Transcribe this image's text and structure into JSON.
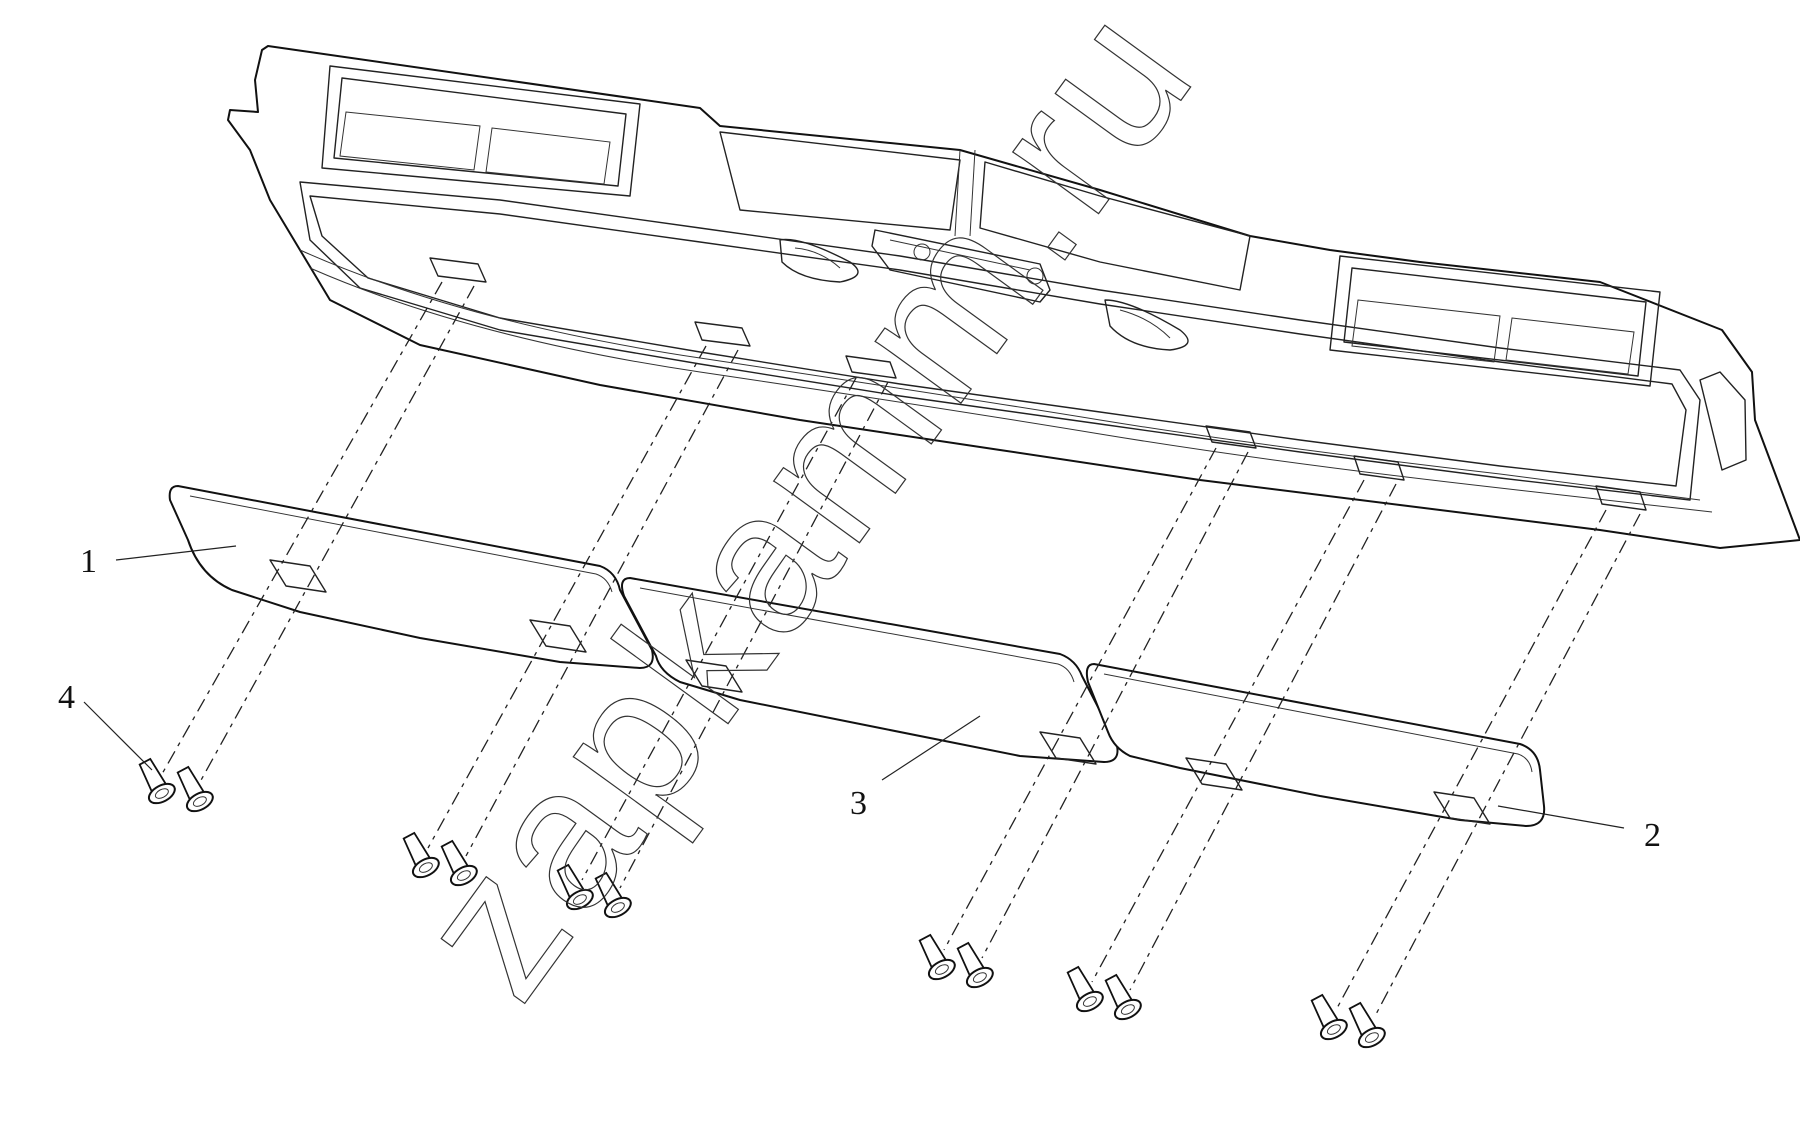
{
  "callouts": [
    {
      "id": "1",
      "label": "1"
    },
    {
      "id": "2",
      "label": "2"
    },
    {
      "id": "3",
      "label": "3"
    },
    {
      "id": "4",
      "label": "4"
    }
  ],
  "watermark": {
    "text": "zapkamm.ru"
  },
  "colors": {
    "line": "#111111",
    "background": "#ffffff"
  },
  "icons": {
    "screw": "screw-fastener-icon",
    "clip": "retaining-clip-icon"
  }
}
